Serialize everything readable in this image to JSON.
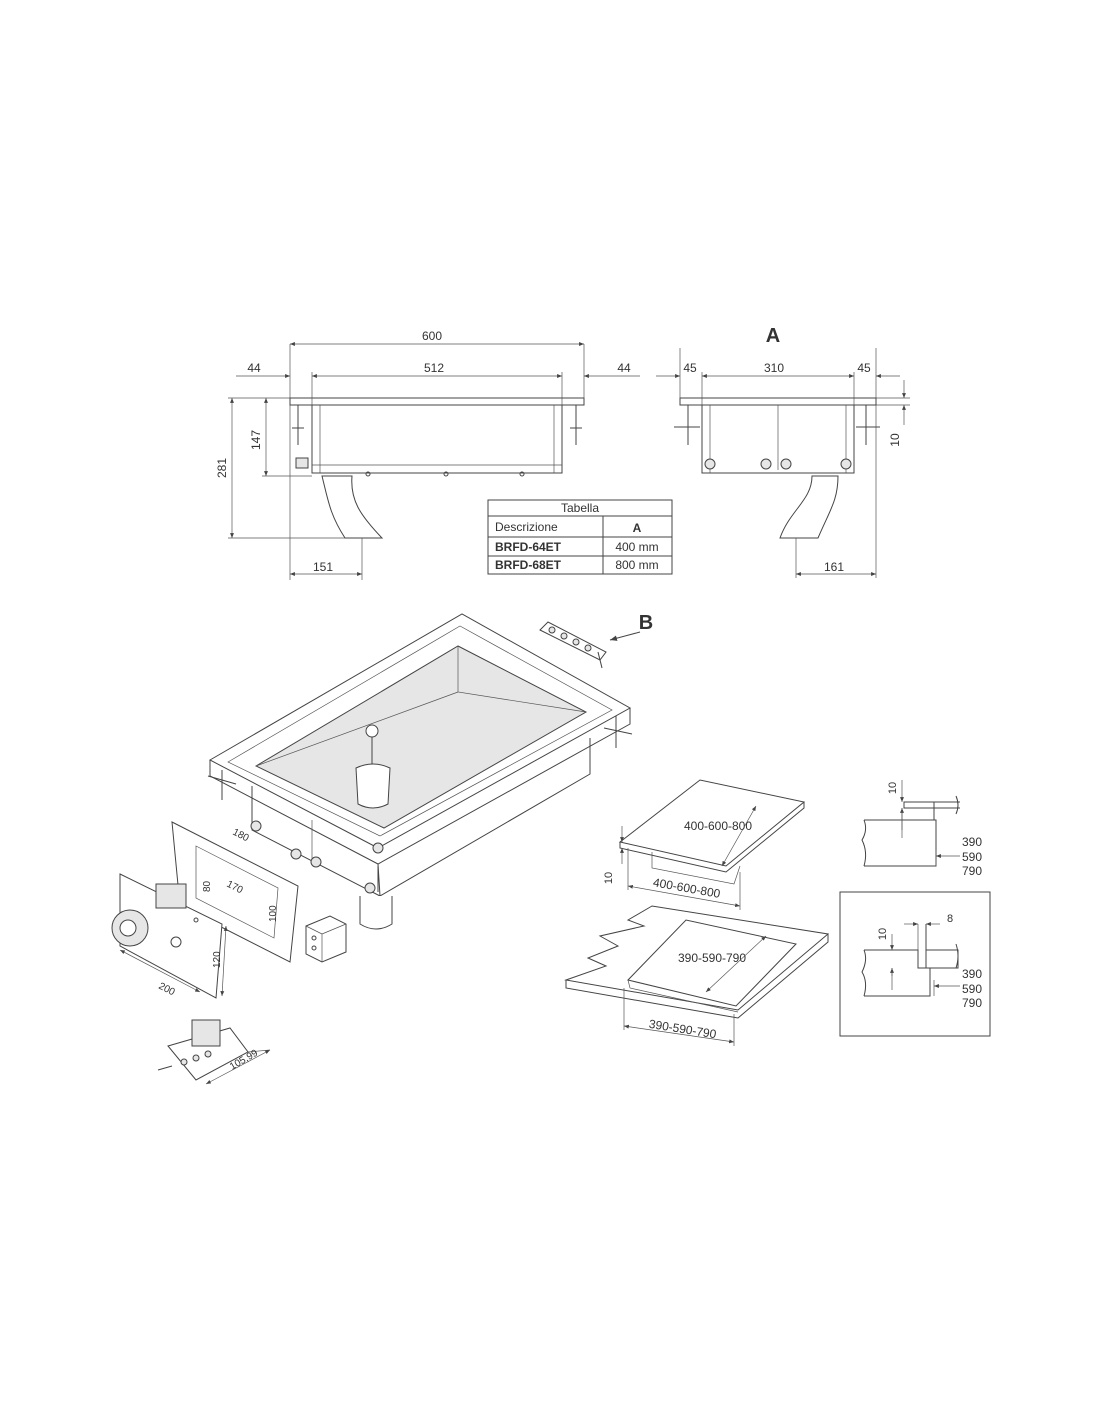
{
  "front_view": {
    "width_total": "600",
    "width_inner": "512",
    "side_left": "44",
    "side_right": "44",
    "height_tank": "147",
    "height_total": "281",
    "drain_offset": "151"
  },
  "side_view": {
    "label": "A",
    "side_left": "45",
    "width_inner": "310",
    "side_right": "45",
    "rim": "10",
    "drain_offset": "161"
  },
  "table": {
    "title": "Tabella",
    "header_desc": "Descrizione",
    "header_a": "A",
    "rows": [
      {
        "model": "BRFD-64ET",
        "value": "400 mm"
      },
      {
        "model": "BRFD-68ET",
        "value": "800 mm"
      }
    ]
  },
  "exploded": {
    "label_b": "B",
    "dim_180": "180",
    "dim_80": "80",
    "dim_170": "170",
    "dim_100": "100",
    "dim_200": "200",
    "dim_120": "120",
    "dim_105": "105,99"
  },
  "cutout": {
    "top_dim": "400-600-800",
    "bottom_dim": "400-600-800",
    "thickness": "10",
    "hole_dim": "390-590-790",
    "hole_bottom": "390-590-790"
  },
  "detail1": {
    "rim": "10",
    "sizes": [
      "390",
      "590",
      "790"
    ]
  },
  "detail2": {
    "rim": "10",
    "gap": "8",
    "sizes": [
      "390",
      "590",
      "790"
    ]
  }
}
